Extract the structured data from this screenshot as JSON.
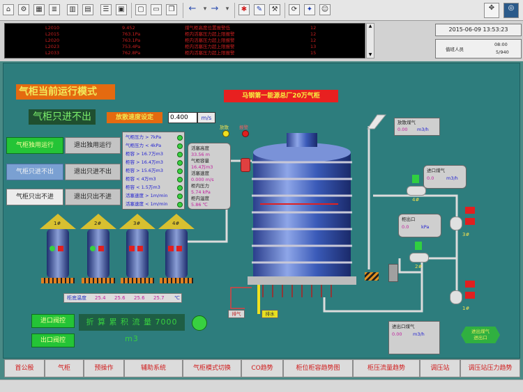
{
  "toolbar": {
    "icons": [
      "home-icon",
      "settings-icon",
      "grid-icon",
      "list-icon",
      "chart-icon",
      "report-icon",
      "table-icon",
      "image-icon",
      "print-preview-icon",
      "page-icon",
      "copy-icon",
      "back-icon",
      "forward-icon",
      "alarm-icon",
      "edit-icon",
      "tool-icon",
      "refresh-icon",
      "bluetooth-icon",
      "user-key-icon",
      "map-icon",
      "logo-icon"
    ]
  },
  "alarms": {
    "rows": [
      {
        "id": "L2010",
        "value": "9.452",
        "text": "煤气柜高度位置报警低",
        "count": "12"
      },
      {
        "id": "L2015",
        "value": "763.1Pa",
        "text": "柜内活塞压力超上限报警",
        "count": "12"
      },
      {
        "id": "L2020",
        "value": "763.1Pa",
        "text": "柜内活塞压力超上限报警",
        "count": "12"
      },
      {
        "id": "L2023",
        "value": "753.4Pa",
        "text": "柜内活塞压力超上限报警",
        "count": "13"
      },
      {
        "id": "L2033",
        "value": "762.8Pa",
        "text": "柜内活塞压力超上限报警",
        "count": "15"
      }
    ]
  },
  "datetime": "2015-06-09 13:53:23",
  "user": {
    "label": "值班人员",
    "shift": "08:00",
    "ratio": "5/940"
  },
  "main": {
    "mode_title": "气柜当前运行模式",
    "mode_value": "气柜只进不出",
    "setpoint_label": "放散速度设定",
    "setpoint_value": "0.400",
    "setpoint_unit": "m/s",
    "site_title": "马钢第一能源总厂20万气柜",
    "buttons": [
      {
        "left": "气柜独用运行",
        "right": "退出独用运行"
      },
      {
        "left": "气柜只进不出",
        "right": "退出只进不出"
      },
      {
        "left": "气柜只出不进",
        "right": "退出只出不进"
      }
    ],
    "status_panel": [
      {
        "label": "气柜压力 > 7kPa",
        "state": "ok"
      },
      {
        "label": "气柜压力 < 4kPa",
        "state": "ok"
      },
      {
        "label": "柜容 > 16.7万m3",
        "state": "ok"
      },
      {
        "label": "柜容 > 16.4万m3",
        "state": "ok"
      },
      {
        "label": "柜容 > 15.6万m3",
        "state": "ok"
      },
      {
        "label": "柜容 < 4万m3",
        "state": "ok"
      },
      {
        "label": "柜容 < 1.5万m3",
        "state": "ok"
      },
      {
        "label": "活塞速度 > 1m/min",
        "state": "ok"
      },
      {
        "label": "活塞速度 < 1m/min",
        "state": "ok"
      }
    ],
    "gauge_panel": [
      {
        "label": "活塞高度",
        "value": "33.56 m"
      },
      {
        "label": "气柜容量",
        "value": "16.4万m3"
      },
      {
        "label": "活塞速度",
        "value": "0.000 m/s"
      },
      {
        "label": "柜内压力",
        "value": "5.74 kPa"
      },
      {
        "label": "柜内温度",
        "value": "5.86 ℃"
      }
    ],
    "indicator_labels": [
      "放散",
      "报警"
    ],
    "blowers": [
      {
        "id": "1#"
      },
      {
        "id": "2#"
      },
      {
        "id": "3#"
      },
      {
        "id": "4#"
      }
    ],
    "temp_label": "柜底温度",
    "temps": [
      "25.4",
      "25.6",
      "25.6",
      "25.7"
    ],
    "temp_unit": "℃",
    "btn_inlet": "进口阀控",
    "btn_outlet": "出口阀控",
    "total_flow": "折 算 累 积 流 量 7000 m3",
    "right_panels": [
      {
        "name": "放散煤气",
        "value": "0.00",
        "unit": "m3/h"
      },
      {
        "name": "进口煤气",
        "value": "0.0",
        "unit": "m3/h"
      },
      {
        "name": "柜出口",
        "value": "0.0",
        "unit": "kPa"
      },
      {
        "name": "进出口煤气",
        "value": "0.00",
        "unit": "m3/h"
      }
    ],
    "valves": [
      {
        "id": "4#"
      },
      {
        "id": "3#"
      },
      {
        "id": "2#"
      },
      {
        "id": "1#"
      }
    ],
    "pipe_tags": [
      "排气",
      "排水"
    ],
    "exit_label": "进出煤气\n进出口"
  },
  "nav": [
    "首公殷",
    "气柜",
    "预操作",
    "辅助系统",
    "气柜模式切换",
    "CO趋势",
    "柜位柜容趋势图",
    "柜压流量趋势",
    "调压站",
    "调压站压力趋势"
  ],
  "colors": {
    "background": "#2d7d7d",
    "accent": "#e46a10",
    "alarm": "#cc2020",
    "ok": "#38d040"
  }
}
